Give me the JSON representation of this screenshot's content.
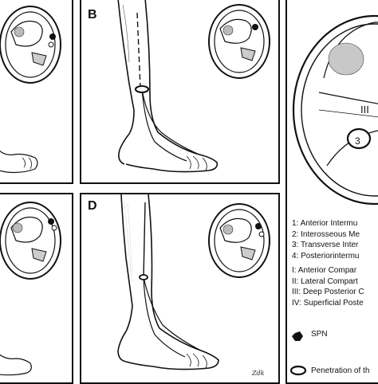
{
  "panels": {
    "b_letter": "B",
    "d_letter": "D"
  },
  "right_panel": {
    "compartment_label": "III",
    "septum_marker": "3",
    "legend": [
      "1: Anterior Intermu",
      "2: Interosseous Me",
      "3: Transverse Inter",
      "4: Posteriorintermu",
      "I: Anterior Compar",
      "II: Lateral Compart",
      "III: Deep Posterior C",
      "IV: Superficial Poste"
    ],
    "spn_label": "SPN",
    "penetration_label": "Penetration of th"
  },
  "signature": "Zdk"
}
